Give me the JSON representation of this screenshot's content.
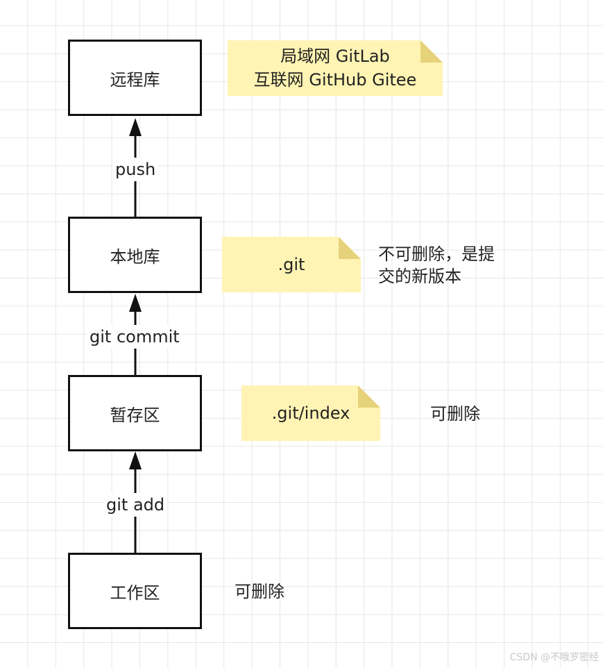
{
  "boxes": {
    "remote": "远程库",
    "local": "本地库",
    "staging": "暂存区",
    "workspace": "工作区"
  },
  "arrows": {
    "push": "push",
    "commit": "git commit",
    "add": "git add"
  },
  "notes": {
    "remote": "局域网 GitLab\n互联网 GitHub Gitee",
    "local": ".git",
    "staging": ".git/index"
  },
  "side_text": {
    "local": "不可删除，是提\n交的新版本",
    "staging": "可删除",
    "workspace": "可删除"
  },
  "watermark": "CSDN @不哦罗密经",
  "colors": {
    "note_fill": "#fff4b3",
    "note_fold": "#e6d27a",
    "box_border": "#111111",
    "grid": "#e6e6e6"
  }
}
